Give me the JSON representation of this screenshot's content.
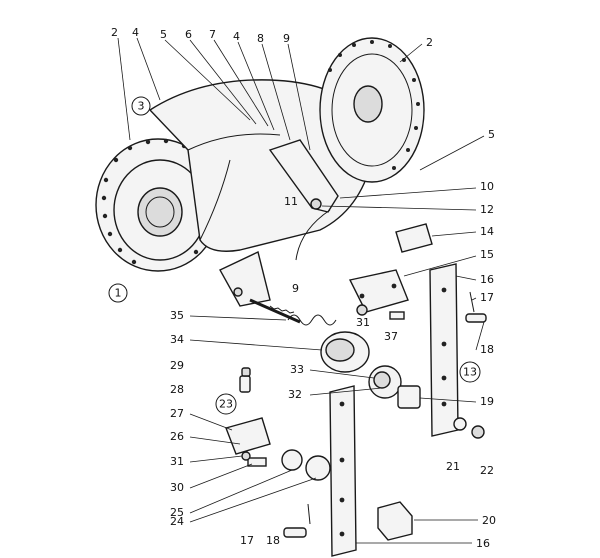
{
  "callouts": [
    {
      "id": "c2a",
      "label": "2"
    },
    {
      "id": "c4a",
      "label": "4"
    },
    {
      "id": "c5a",
      "label": "5"
    },
    {
      "id": "c6",
      "label": "6"
    },
    {
      "id": "c7",
      "label": "7"
    },
    {
      "id": "c4b",
      "label": "4"
    },
    {
      "id": "c8",
      "label": "8"
    },
    {
      "id": "c9a",
      "label": "9"
    },
    {
      "id": "c2b",
      "label": "2"
    },
    {
      "id": "c5b",
      "label": "5"
    },
    {
      "id": "c10",
      "label": "10"
    },
    {
      "id": "c11",
      "label": "11"
    },
    {
      "id": "c12",
      "label": "12"
    },
    {
      "id": "c14",
      "label": "14"
    },
    {
      "id": "c15",
      "label": "15"
    },
    {
      "id": "c16a",
      "label": "16"
    },
    {
      "id": "c17a",
      "label": "17"
    },
    {
      "id": "c18a",
      "label": "18"
    },
    {
      "id": "c9b",
      "label": "9"
    },
    {
      "id": "c35",
      "label": "35"
    },
    {
      "id": "c31a",
      "label": "31"
    },
    {
      "id": "c37",
      "label": "37"
    },
    {
      "id": "c34",
      "label": "34"
    },
    {
      "id": "c33",
      "label": "33"
    },
    {
      "id": "c29",
      "label": "29"
    },
    {
      "id": "c28",
      "label": "28"
    },
    {
      "id": "c32",
      "label": "32"
    },
    {
      "id": "c19",
      "label": "19"
    },
    {
      "id": "c27",
      "label": "27"
    },
    {
      "id": "c26",
      "label": "26"
    },
    {
      "id": "c31b",
      "label": "31"
    },
    {
      "id": "c30",
      "label": "30"
    },
    {
      "id": "c21",
      "label": "21"
    },
    {
      "id": "c22",
      "label": "22"
    },
    {
      "id": "c25",
      "label": "25"
    },
    {
      "id": "c24",
      "label": "24"
    },
    {
      "id": "c17b",
      "label": "17"
    },
    {
      "id": "c18b",
      "label": "18"
    },
    {
      "id": "c20",
      "label": "20"
    },
    {
      "id": "c16b",
      "label": "16"
    }
  ],
  "assembly_markers": [
    {
      "id": "m3",
      "label": "3"
    },
    {
      "id": "m1",
      "label": "1"
    },
    {
      "id": "m13",
      "label": "13"
    },
    {
      "id": "m23",
      "label": "23"
    }
  ]
}
